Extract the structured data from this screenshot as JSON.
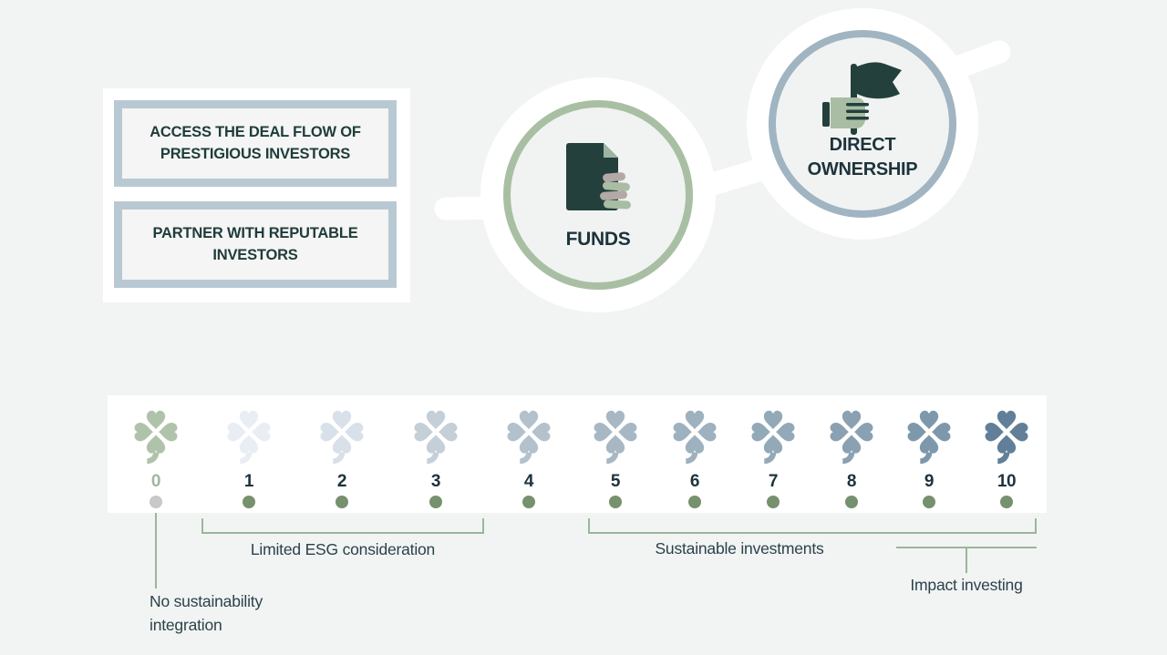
{
  "page": {
    "background": "#f2f4f3"
  },
  "benefits": {
    "box1_label": "ACCESS THE DEAL FLOW OF PRESTIGIOUS INVESTORS",
    "box2_label": "PARTNER WITH REPUTABLE INVESTORS",
    "border_color": "#b9c9d3"
  },
  "nodes": {
    "funds": {
      "label": "FUNDS",
      "ring_color": "#a9bfa3",
      "icon": "document-with-coins"
    },
    "direct_ownership": {
      "label": "DIRECT OWNERSHIP",
      "ring_color": "#a0b4c1",
      "icon": "hand-holding-flag"
    }
  },
  "scale": {
    "line_color": "#9db49c",
    "items": [
      {
        "value": "0",
        "clover_color": "#afc3ab",
        "value_color": "#a3b5a4",
        "dot_color": "#c6c9c6"
      },
      {
        "value": "1",
        "clover_color": "#e9edf4",
        "value_color": "#1d333c",
        "dot_color": "#76916d"
      },
      {
        "value": "2",
        "clover_color": "#d8e0e9",
        "value_color": "#1d333c",
        "dot_color": "#76916d"
      },
      {
        "value": "3",
        "clover_color": "#c4cfd8",
        "value_color": "#1d333c",
        "dot_color": "#76916d"
      },
      {
        "value": "4",
        "clover_color": "#b3c1cc",
        "value_color": "#1d333c",
        "dot_color": "#76916d"
      },
      {
        "value": "5",
        "clover_color": "#a7b8c4",
        "value_color": "#1d333c",
        "dot_color": "#76916d"
      },
      {
        "value": "6",
        "clover_color": "#9db1bf",
        "value_color": "#1d333c",
        "dot_color": "#76916d"
      },
      {
        "value": "7",
        "clover_color": "#92a9b8",
        "value_color": "#1d333c",
        "dot_color": "#76916d"
      },
      {
        "value": "8",
        "clover_color": "#89a1b2",
        "value_color": "#1d333c",
        "dot_color": "#76916d"
      },
      {
        "value": "9",
        "clover_color": "#7e98ab",
        "value_color": "#1d333c",
        "dot_color": "#76916d"
      },
      {
        "value": "10",
        "clover_color": "#617f98",
        "value_color": "#1d333c",
        "dot_color": "#76916d"
      }
    ],
    "annotations": {
      "no_sustainability_label": "No sustainability integration",
      "limited_esg_label": "Limited ESG consideration",
      "sustainable_label": "Sustainable investments",
      "impact_label": "Impact investing"
    }
  }
}
